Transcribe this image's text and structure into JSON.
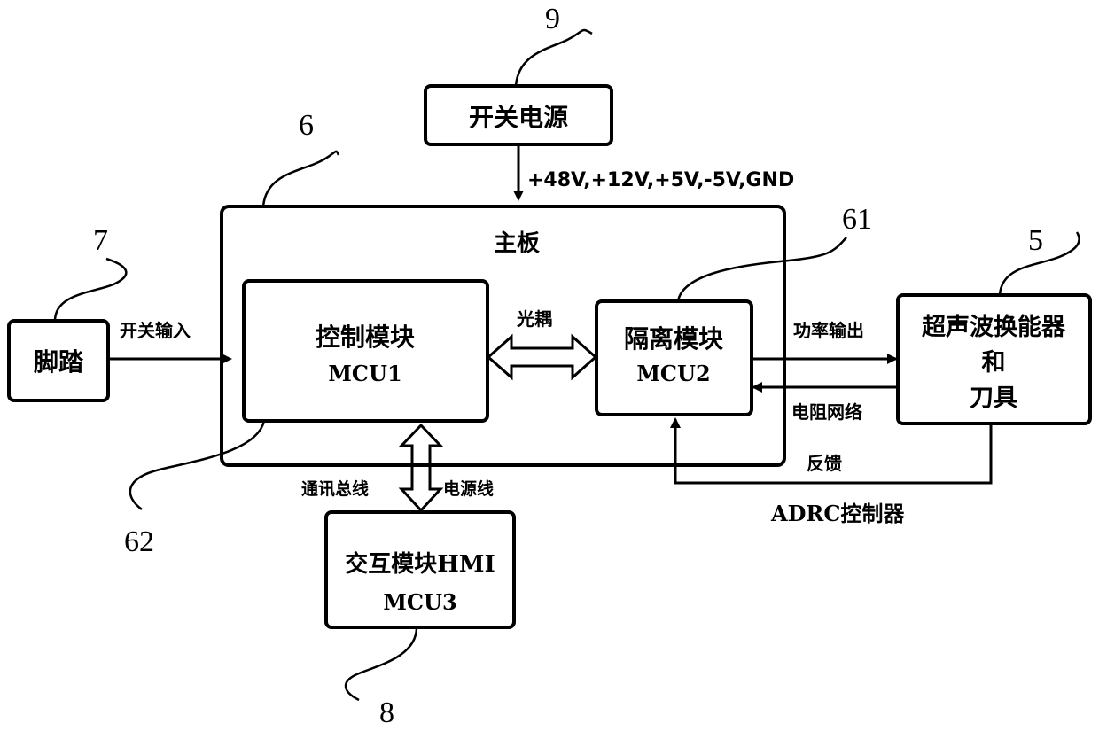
{
  "blocks": {
    "power_supply": "开关电源",
    "mainboard": "主板",
    "control_module": {
      "line1": "控制模块",
      "line2": "MCU1"
    },
    "isolation_module": {
      "line1": "隔离模块",
      "line2": "MCU2"
    },
    "foot_pedal": "脚踏",
    "transducer": {
      "line1": "超声波换能器",
      "line2": "和",
      "line3": "刀具"
    },
    "hmi_module": {
      "line1": "交互模块HMI",
      "line2": "MCU3"
    }
  },
  "labels": {
    "voltages": "+48V,+12V,+5V,-5V,GND",
    "optocoupler": "光耦",
    "switch_input": "开关输入",
    "power_output": "功率输出",
    "resistor_network": "电阻网络",
    "feedback": "反馈",
    "adrc": "ADRC控制器",
    "comm_bus": "通讯总线",
    "power_line": "电源线"
  },
  "refs": {
    "r9": "9",
    "r6": "6",
    "r7": "7",
    "r61": "61",
    "r5": "5",
    "r62": "62",
    "r8": "8"
  }
}
